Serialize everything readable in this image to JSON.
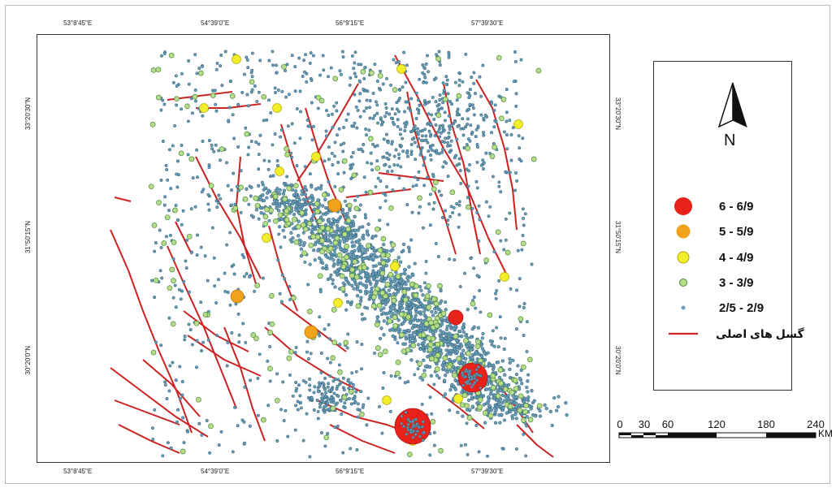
{
  "colors": {
    "magnitude_6": "#e8211a",
    "magnitude_5": "#f3a21b",
    "magnitude_4": "#f2ee2c",
    "magnitude_3": "#b7dd8a",
    "magnitude_2": "#6fa0b9",
    "fault": "#cc2222"
  },
  "map": {
    "top_longitudes": [
      "53°8'45\"E",
      "54°39'0\"E",
      "56°9'15\"E",
      "57°39'30\"E"
    ],
    "bottom_longitudes": [
      "53°8'45\"E",
      "54°39'0\"E",
      "56°9'15\"E",
      "57°39'30\"E"
    ],
    "left_latitudes": [
      "33°20'30\"N",
      "31°50'15\"N",
      "30°20'0\"N"
    ],
    "right_latitudes": [
      "33°20'30\"N",
      "31°50'15\"N",
      "30°20'0\"N"
    ]
  },
  "legend": {
    "north_label": "N",
    "items": [
      {
        "label": "6 - 6/9",
        "symbol": "magnitude_6"
      },
      {
        "label": "5 - 5/9",
        "symbol": "magnitude_5"
      },
      {
        "label": "4 - 4/9",
        "symbol": "magnitude_4"
      },
      {
        "label": "3 - 3/9",
        "symbol": "magnitude_3"
      },
      {
        "label": "2/5 - 2/9",
        "symbol": "magnitude_2"
      },
      {
        "label": "گسل های اصلی",
        "symbol": "fault"
      }
    ]
  },
  "scale": {
    "ticks": [
      "0",
      "30",
      "60",
      "120",
      "180",
      "240"
    ],
    "unit": "KM"
  }
}
